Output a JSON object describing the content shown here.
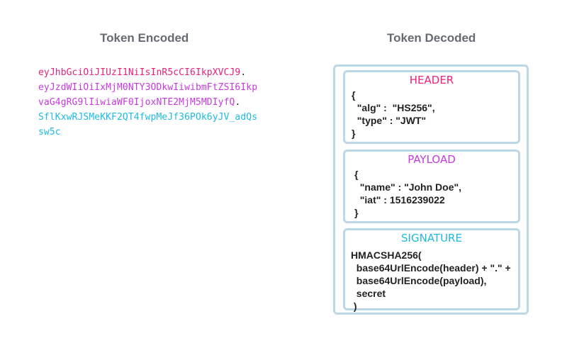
{
  "titles": {
    "encoded": "Token Encoded",
    "decoded": "Token Decoded"
  },
  "encoded": {
    "header_line": "eyJhbGciOiJIUzI1NiIsInR5cCI6IkpXVCJ9",
    "payload_lines": [
      "eyJzdWIiOiIxMjM0NTY3ODkwIiwibmFtZSI6Ikp",
      "vaG4gRG9lIiwiaWF0IjoxNTE2MjM5MDIyfQ"
    ],
    "signature_lines": [
      "SflKxwRJSMeKKF2QT4fwpMeJf36POk6yJV_adQs",
      "sw5c"
    ],
    "dot": "."
  },
  "colors": {
    "header": "#e8217a",
    "payload": "#c63adf",
    "signature": "#1dbbe0",
    "border": "#bcd8e8"
  },
  "panels": {
    "header": {
      "title": "HEADER",
      "body": "{\n  \"alg\" :  \"HS256\",\n  \"type\" : \"JWT\"\n}"
    },
    "payload": {
      "title": "PAYLOAD",
      "body": "{\n  \"name\" : \"John Doe\",\n  \"iat\" : 1516239022\n}"
    },
    "signature": {
      "title": "SIGNATURE",
      "body": "HMACSHA256(\n  base64UrlEncode(header) + \".\" +\n  base64UrlEncode(payload),\n  secret\n )"
    }
  }
}
